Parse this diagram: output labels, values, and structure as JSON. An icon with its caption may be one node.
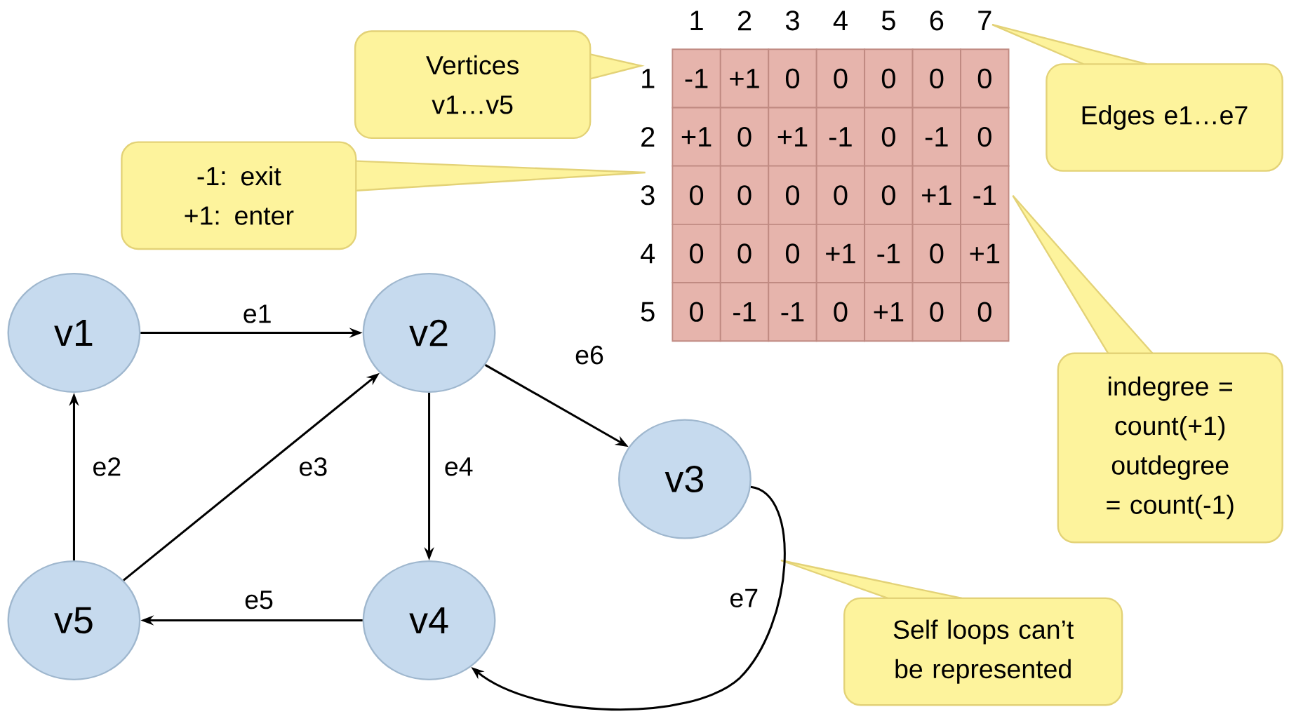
{
  "diagram": {
    "nodes": [
      {
        "text": [
          "v1"
        ]
      },
      {
        "text": [
          "v2"
        ]
      },
      {
        "text": [
          "v3"
        ]
      },
      {
        "text": [
          "v4"
        ]
      },
      {
        "text": [
          "v5"
        ]
      },
      {
        "text": [
          "Vertices v1…v5"
        ]
      },
      {
        "text": [
          "-1: exit +1: enter"
        ]
      },
      {
        "text": [
          "Edges e1…e7"
        ]
      },
      {
        "text": [
          "indegree = count(+1) outdegree = count(-1)"
        ]
      },
      {
        "text": [
          "Self loops can’t be represented"
        ]
      }
    ],
    "edges": [
      {
        "from": 0,
        "to": 1,
        "arrow": "to",
        "label": "e1"
      },
      {
        "from": 4,
        "to": 0,
        "arrow": "to",
        "label": "e2"
      },
      {
        "from": 4,
        "to": 1,
        "arrow": "to",
        "label": "e3"
      },
      {
        "from": 1,
        "to": 3,
        "arrow": "to",
        "label": "e4"
      },
      {
        "from": 3,
        "to": 4,
        "arrow": "to",
        "label": "e5"
      },
      {
        "from": 1,
        "to": 2,
        "arrow": "to",
        "label": "e6"
      },
      {
        "from": 2,
        "to": 3,
        "arrow": "to",
        "label": "e7"
      }
    ],
    "labels": [
      "1",
      "2",
      "3",
      "4",
      "5",
      "6",
      "7",
      "1",
      "-1",
      "+1",
      "0",
      "0",
      "0",
      "0",
      "0",
      "2",
      "+1",
      "0",
      "+1",
      "-1",
      "0",
      "-1",
      "0",
      "3",
      "0",
      "0",
      "0",
      "0",
      "0",
      "+1",
      "-1",
      "4",
      "0",
      "0",
      "0",
      "+1",
      "-1",
      "0",
      "+1",
      "5",
      "0",
      "-1",
      "-1",
      "0",
      "+1",
      "0",
      "0"
    ]
  }
}
